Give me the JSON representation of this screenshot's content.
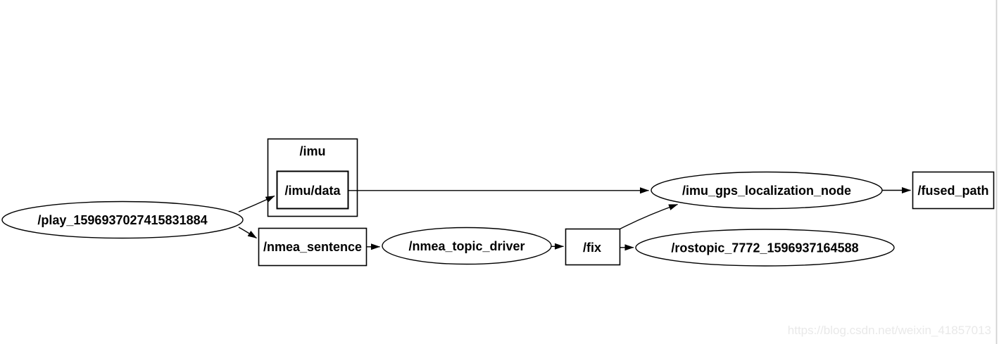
{
  "diagram": {
    "title_hint": "ROS computation graph (rqt_graph style)",
    "play": {
      "label": "/play_1596937027415831884",
      "shape": "ellipse",
      "role": "ros-node"
    },
    "imu_namespace": {
      "label": "/imu",
      "shape": "box",
      "role": "namespace-group"
    },
    "imu_data": {
      "label": "/imu/data",
      "shape": "box",
      "role": "topic",
      "inside_group": "/imu"
    },
    "nmea_sentence": {
      "label": "/nmea_sentence",
      "shape": "box",
      "role": "topic"
    },
    "nmea_topic_driver": {
      "label": "/nmea_topic_driver",
      "shape": "ellipse",
      "role": "ros-node"
    },
    "fix": {
      "label": "/fix",
      "shape": "box",
      "role": "topic"
    },
    "imu_gps_localization_node": {
      "label": "/imu_gps_localization_node",
      "shape": "ellipse",
      "role": "ros-node"
    },
    "rostopic_7772_1596937164588": {
      "label": "/rostopic_7772_1596937164588",
      "shape": "ellipse",
      "role": "ros-node"
    },
    "fused_path": {
      "label": "/fused_path",
      "shape": "box",
      "role": "topic"
    },
    "edges": [
      {
        "from": "/play_1596937027415831884",
        "to": "/imu/data"
      },
      {
        "from": "/play_1596937027415831884",
        "to": "/nmea_sentence"
      },
      {
        "from": "/imu/data",
        "to": "/imu_gps_localization_node"
      },
      {
        "from": "/nmea_sentence",
        "to": "/nmea_topic_driver"
      },
      {
        "from": "/nmea_topic_driver",
        "to": "/fix"
      },
      {
        "from": "/fix",
        "to": "/imu_gps_localization_node"
      },
      {
        "from": "/fix",
        "to": "/rostopic_7772_1596937164588"
      },
      {
        "from": "/imu_gps_localization_node",
        "to": "/fused_path"
      }
    ]
  },
  "watermark": {
    "text": "https://blog.csdn.net/weixin_41857013"
  },
  "colors": {
    "background": "#ffffff",
    "shape_stroke": "#000000",
    "text": "#000000",
    "watermark_text": "#e9e9e9",
    "right_border": "#d2d2d2"
  }
}
